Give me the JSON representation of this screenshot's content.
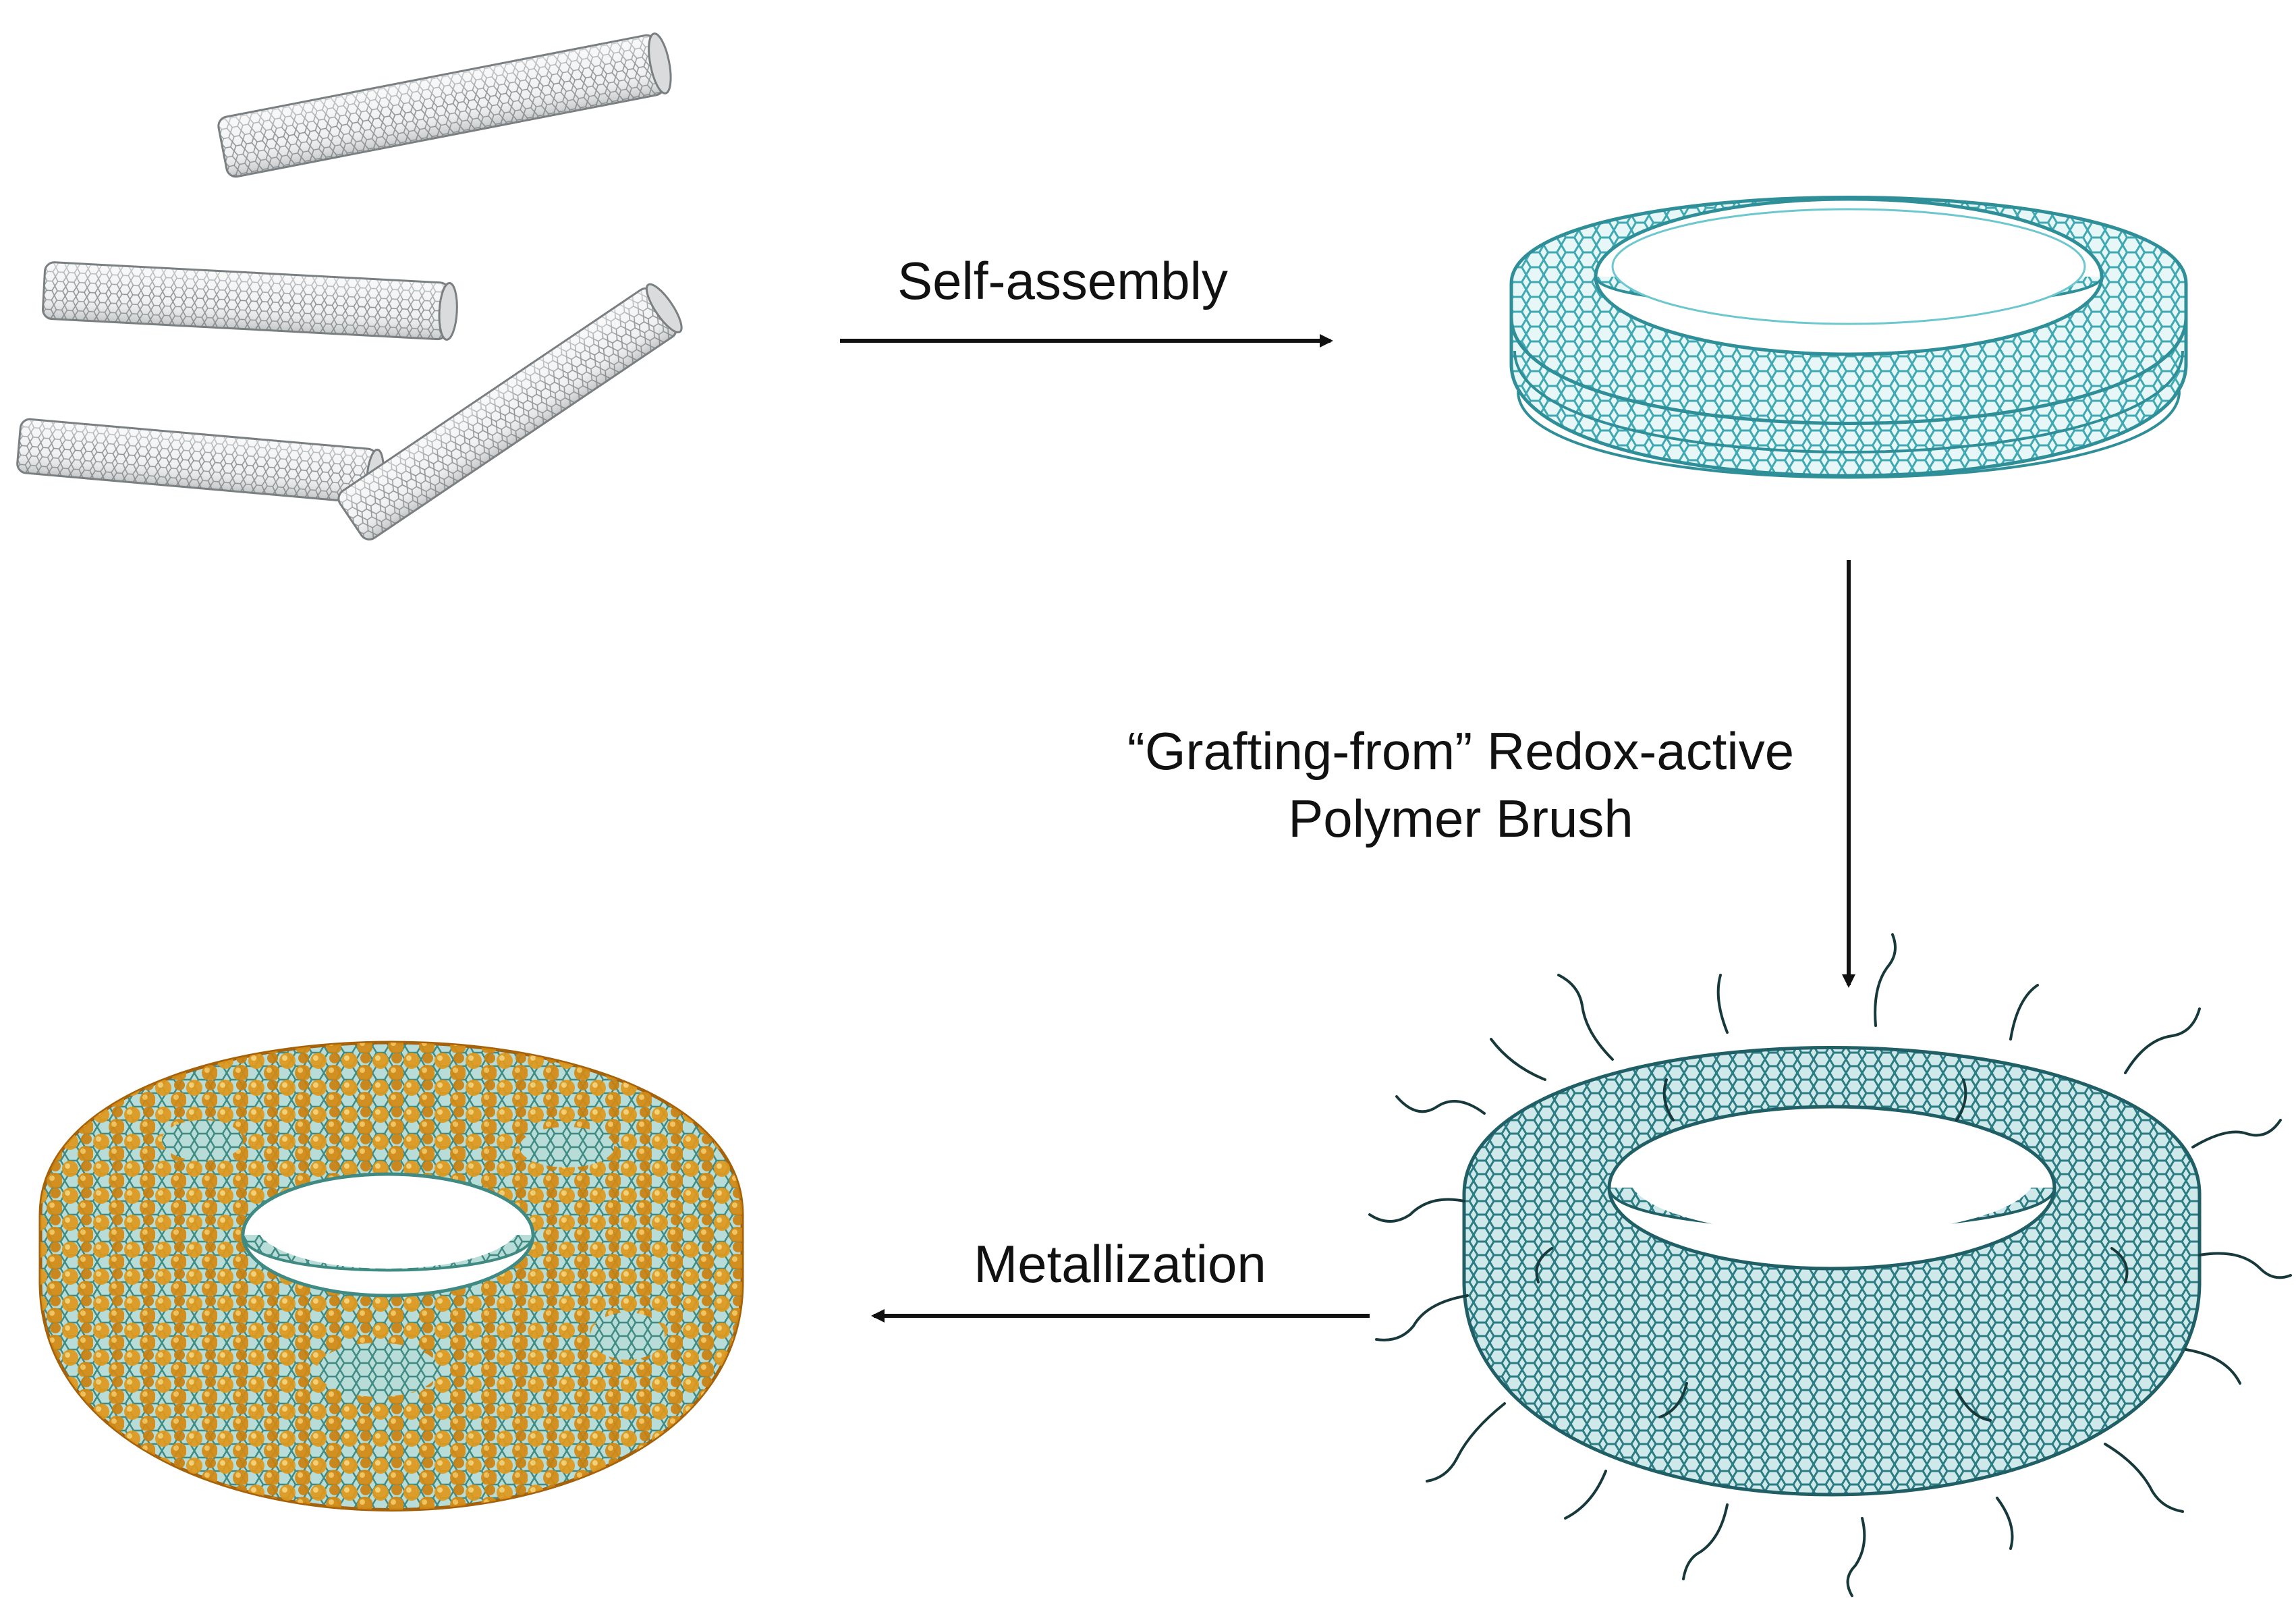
{
  "steps": {
    "self_assembly": "Self-assembly",
    "grafting_line1": "“Grafting-from” Redox-active",
    "grafting_line2": "Polymer Brush",
    "metallization": "Metallization"
  },
  "colors": {
    "background": "#ffffff",
    "nanotube": "#9ea3a6",
    "nanotube_dark": "#6f7477",
    "ring_cyan": "#3fa9b3",
    "ring_cyan_light": "#6cc7cf",
    "ring_teal": "#2e7f86",
    "brush": "#17393c",
    "gold": "#e0981c",
    "gold_light": "#f6c257",
    "gold_dark": "#a5620b",
    "arrow": "#111111"
  },
  "panels": [
    {
      "name": "straight-carbon-nanotubes",
      "icon": "nanotube-icon"
    },
    {
      "name": "nanotube-ring",
      "icon": "cyan-torus-icon"
    },
    {
      "name": "polymer-brush-ring",
      "icon": "brush-torus-icon"
    },
    {
      "name": "metallized-ring",
      "icon": "gold-torus-icon"
    }
  ]
}
